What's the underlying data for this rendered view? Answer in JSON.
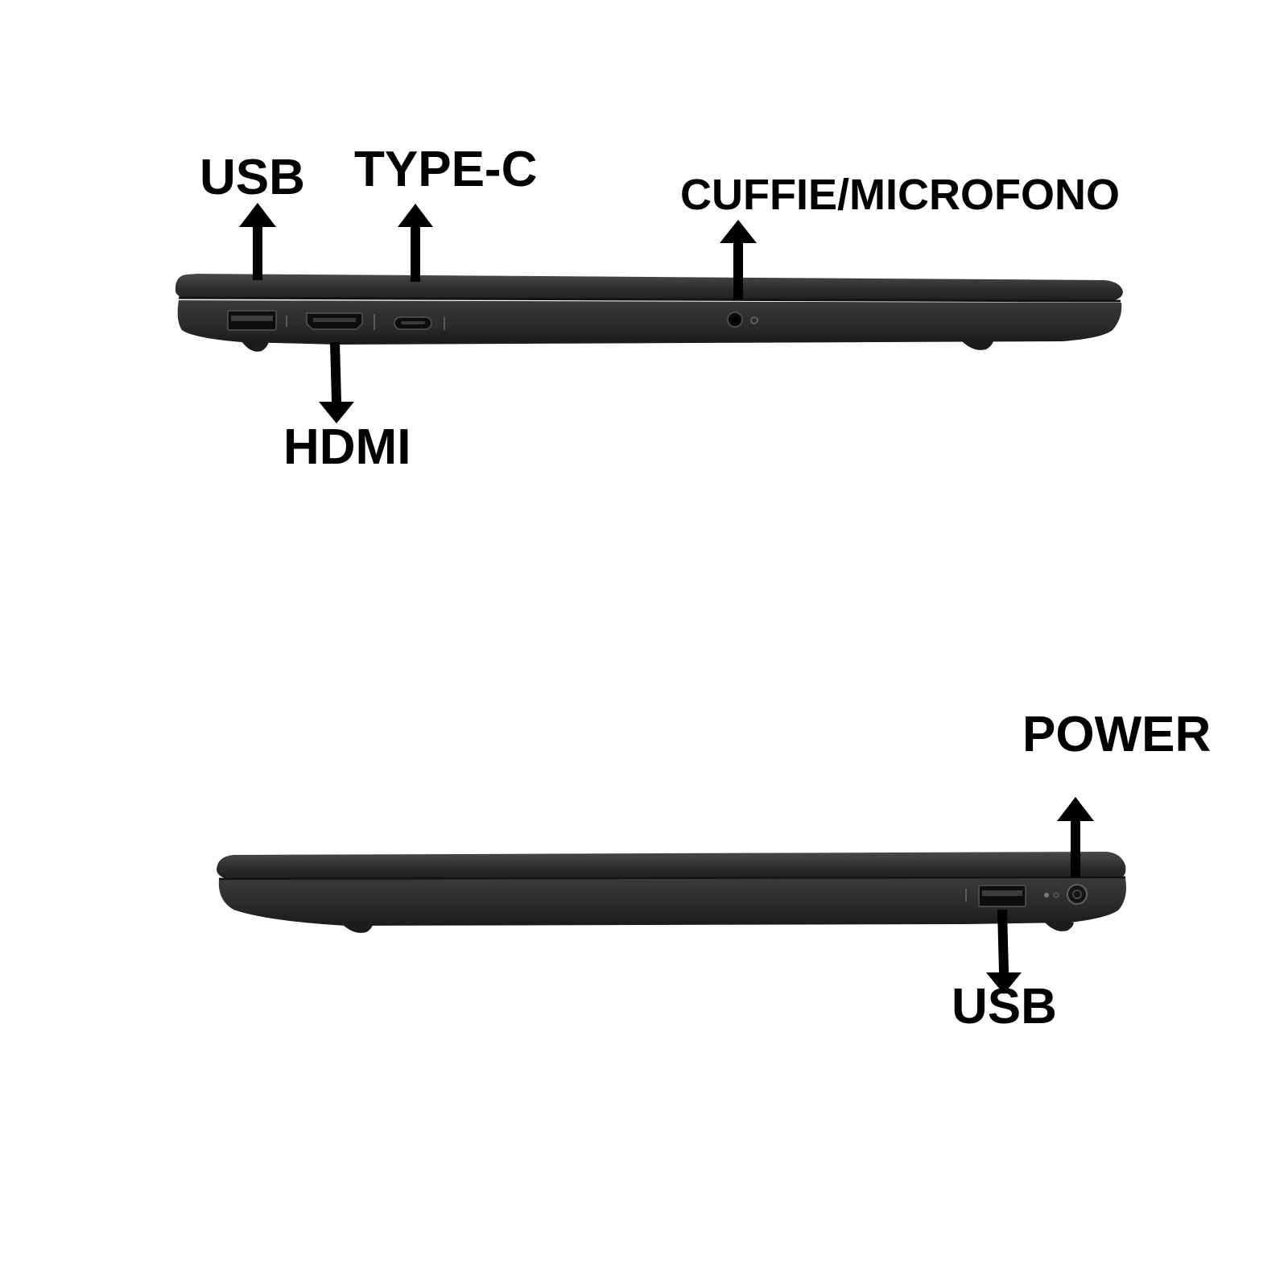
{
  "labels": {
    "left_side": {
      "usb": "USB",
      "type_c": "TYPE-C",
      "audio_jack": "CUFFIE/MICROFONO",
      "hdmi": "HDMI"
    },
    "right_side": {
      "power": "POWER",
      "usb": "USB"
    }
  },
  "colors": {
    "background": "#ffffff",
    "laptop_body": "#2b2b2b",
    "laptop_lid": "#333333",
    "arrow": "#000000",
    "text": "#000000"
  },
  "icons": [
    "usb-a-port-icon",
    "hdmi-port-icon",
    "usb-c-port-icon",
    "audio-jack-icon",
    "power-button-icon",
    "arrow-up-icon",
    "arrow-down-icon"
  ]
}
